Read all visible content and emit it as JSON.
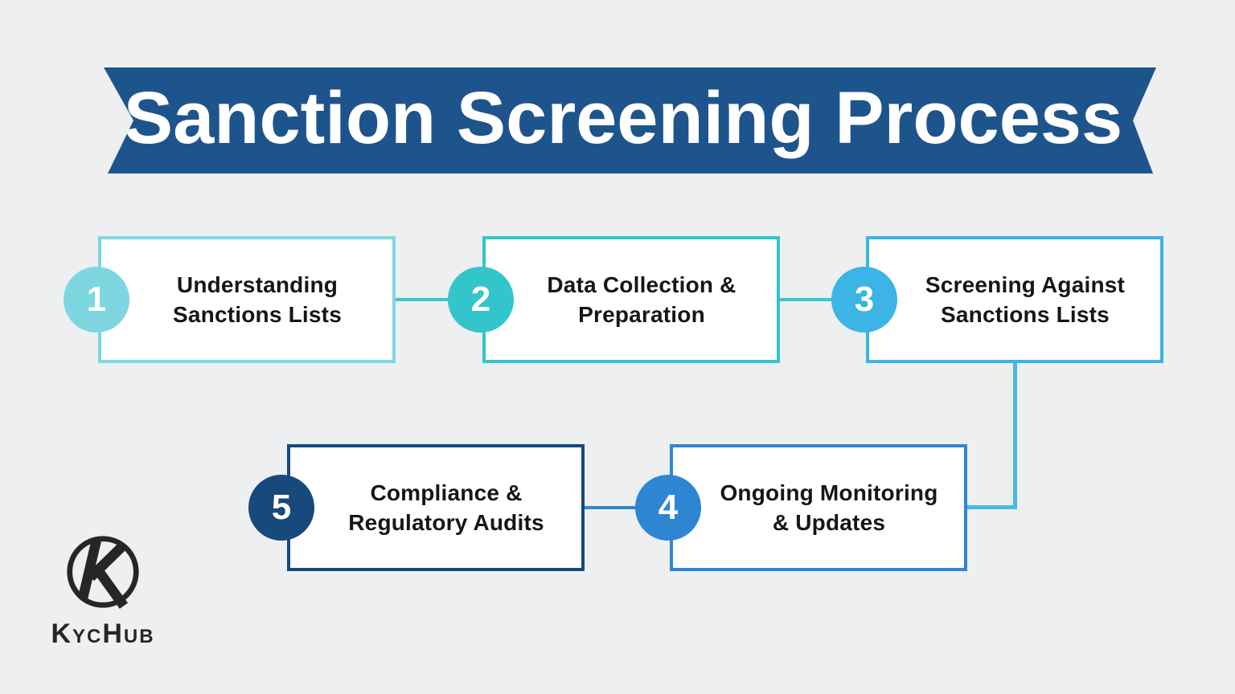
{
  "title": "Sanction Screening Process",
  "steps": [
    {
      "number": "1",
      "line1": "Understanding",
      "line2": "Sanctions Lists",
      "accent": "#7ed7e0"
    },
    {
      "number": "2",
      "line1": "Data Collection &",
      "line2": "Preparation",
      "accent": "#32c5cb"
    },
    {
      "number": "3",
      "line1": "Screening Against",
      "line2": "Sanctions Lists",
      "accent": "#3cb4e5"
    },
    {
      "number": "4",
      "line1": "Ongoing Monitoring",
      "line2": "& Updates",
      "accent": "#2e86d3"
    },
    {
      "number": "5",
      "line1": "Compliance &",
      "line2": "Regulatory Audits",
      "accent": "#17497c"
    }
  ],
  "logo": {
    "text": "KycHub",
    "icon": "kychub-k-icon",
    "color": "#262626"
  },
  "colors": {
    "background": "#edeff1",
    "banner": "#1e548c",
    "title_text": "#ffffff",
    "box_background": "#ffffff",
    "box_text": "#161616",
    "connector_teal": "#3ec6cd",
    "connector_sky": "#4db8e8",
    "connector_blue": "#2e86d3"
  }
}
